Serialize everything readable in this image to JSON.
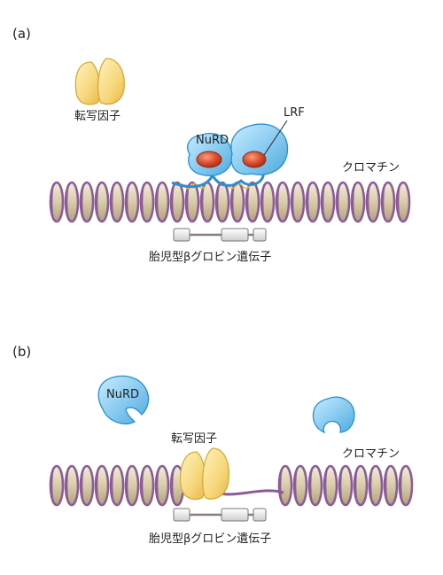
{
  "panel_a": {
    "label": "(a)",
    "transcription_factor": "転写因子",
    "nurd": "NuRD",
    "lrf": "LRF",
    "chromatin": "クロマチン",
    "gene": "胎児型βグロビン遺伝子"
  },
  "panel_b": {
    "label": "(b)",
    "nurd": "NuRD",
    "transcription_factor": "転写因子",
    "chromatin": "クロマチン",
    "gene": "胎児型βグロビン遺伝子"
  },
  "colors": {
    "nucleosome": "#d9cfae",
    "histone_stripe": "#8c5c99",
    "protein_blue": "#7fc6ee",
    "protein_blue_edge": "#2a8fd0",
    "protein_yellow": "#f6d77a",
    "protein_yellow_edge": "#d7a93a",
    "core_red": "#d8462b"
  }
}
